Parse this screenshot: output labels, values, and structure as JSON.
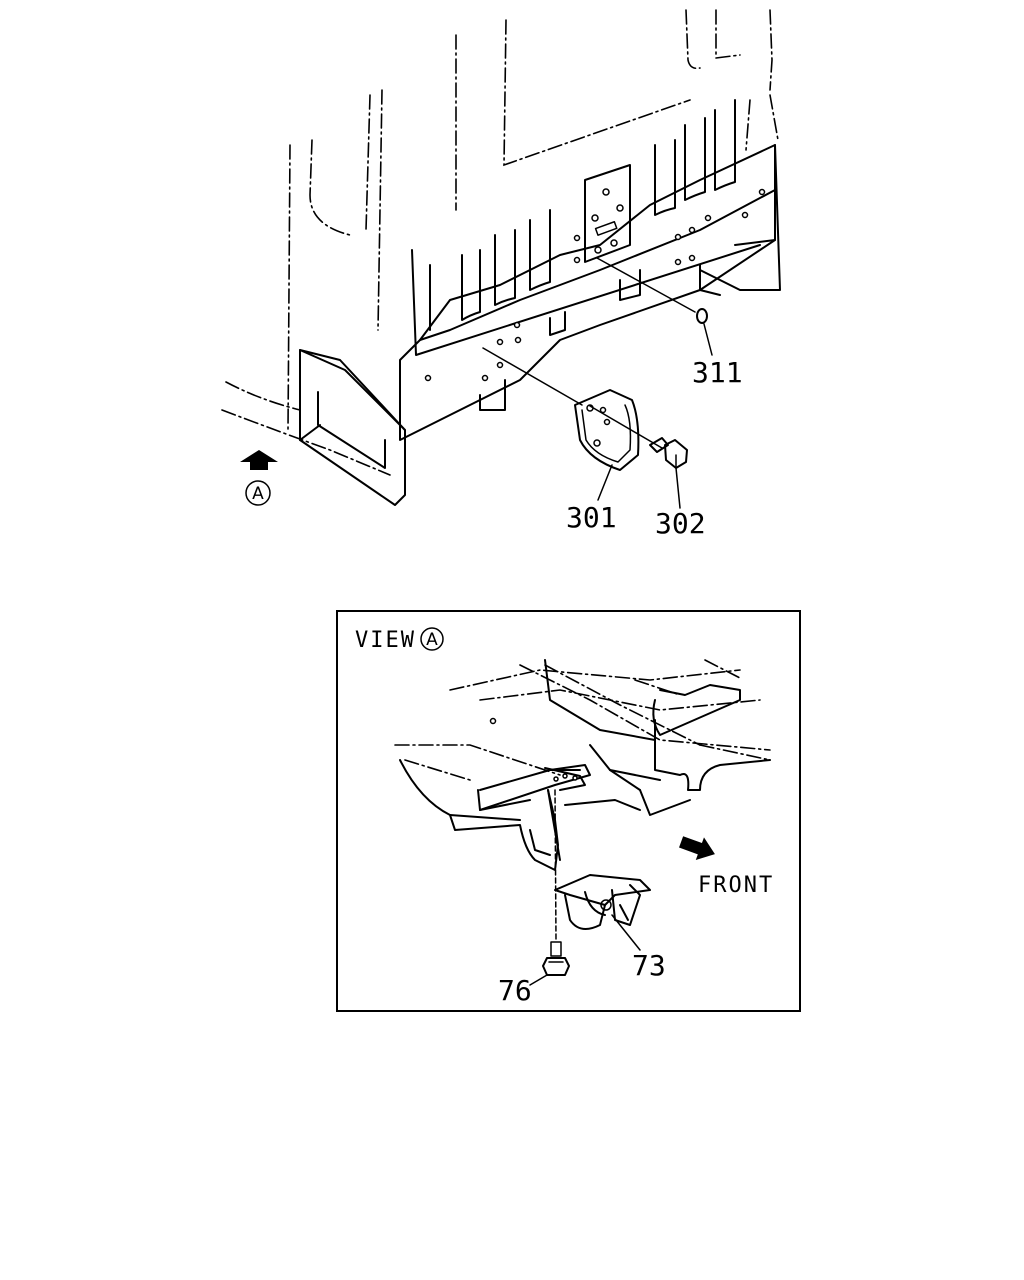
{
  "upper_view": {
    "callouts": {
      "p311": "311",
      "p301": "301",
      "p302": "302"
    },
    "view_marker": "A"
  },
  "detail_view": {
    "title_prefix": "VIEW",
    "title_marker": "A",
    "direction_label": "FRONT",
    "callouts": {
      "p73": "73",
      "p76": "76"
    }
  }
}
